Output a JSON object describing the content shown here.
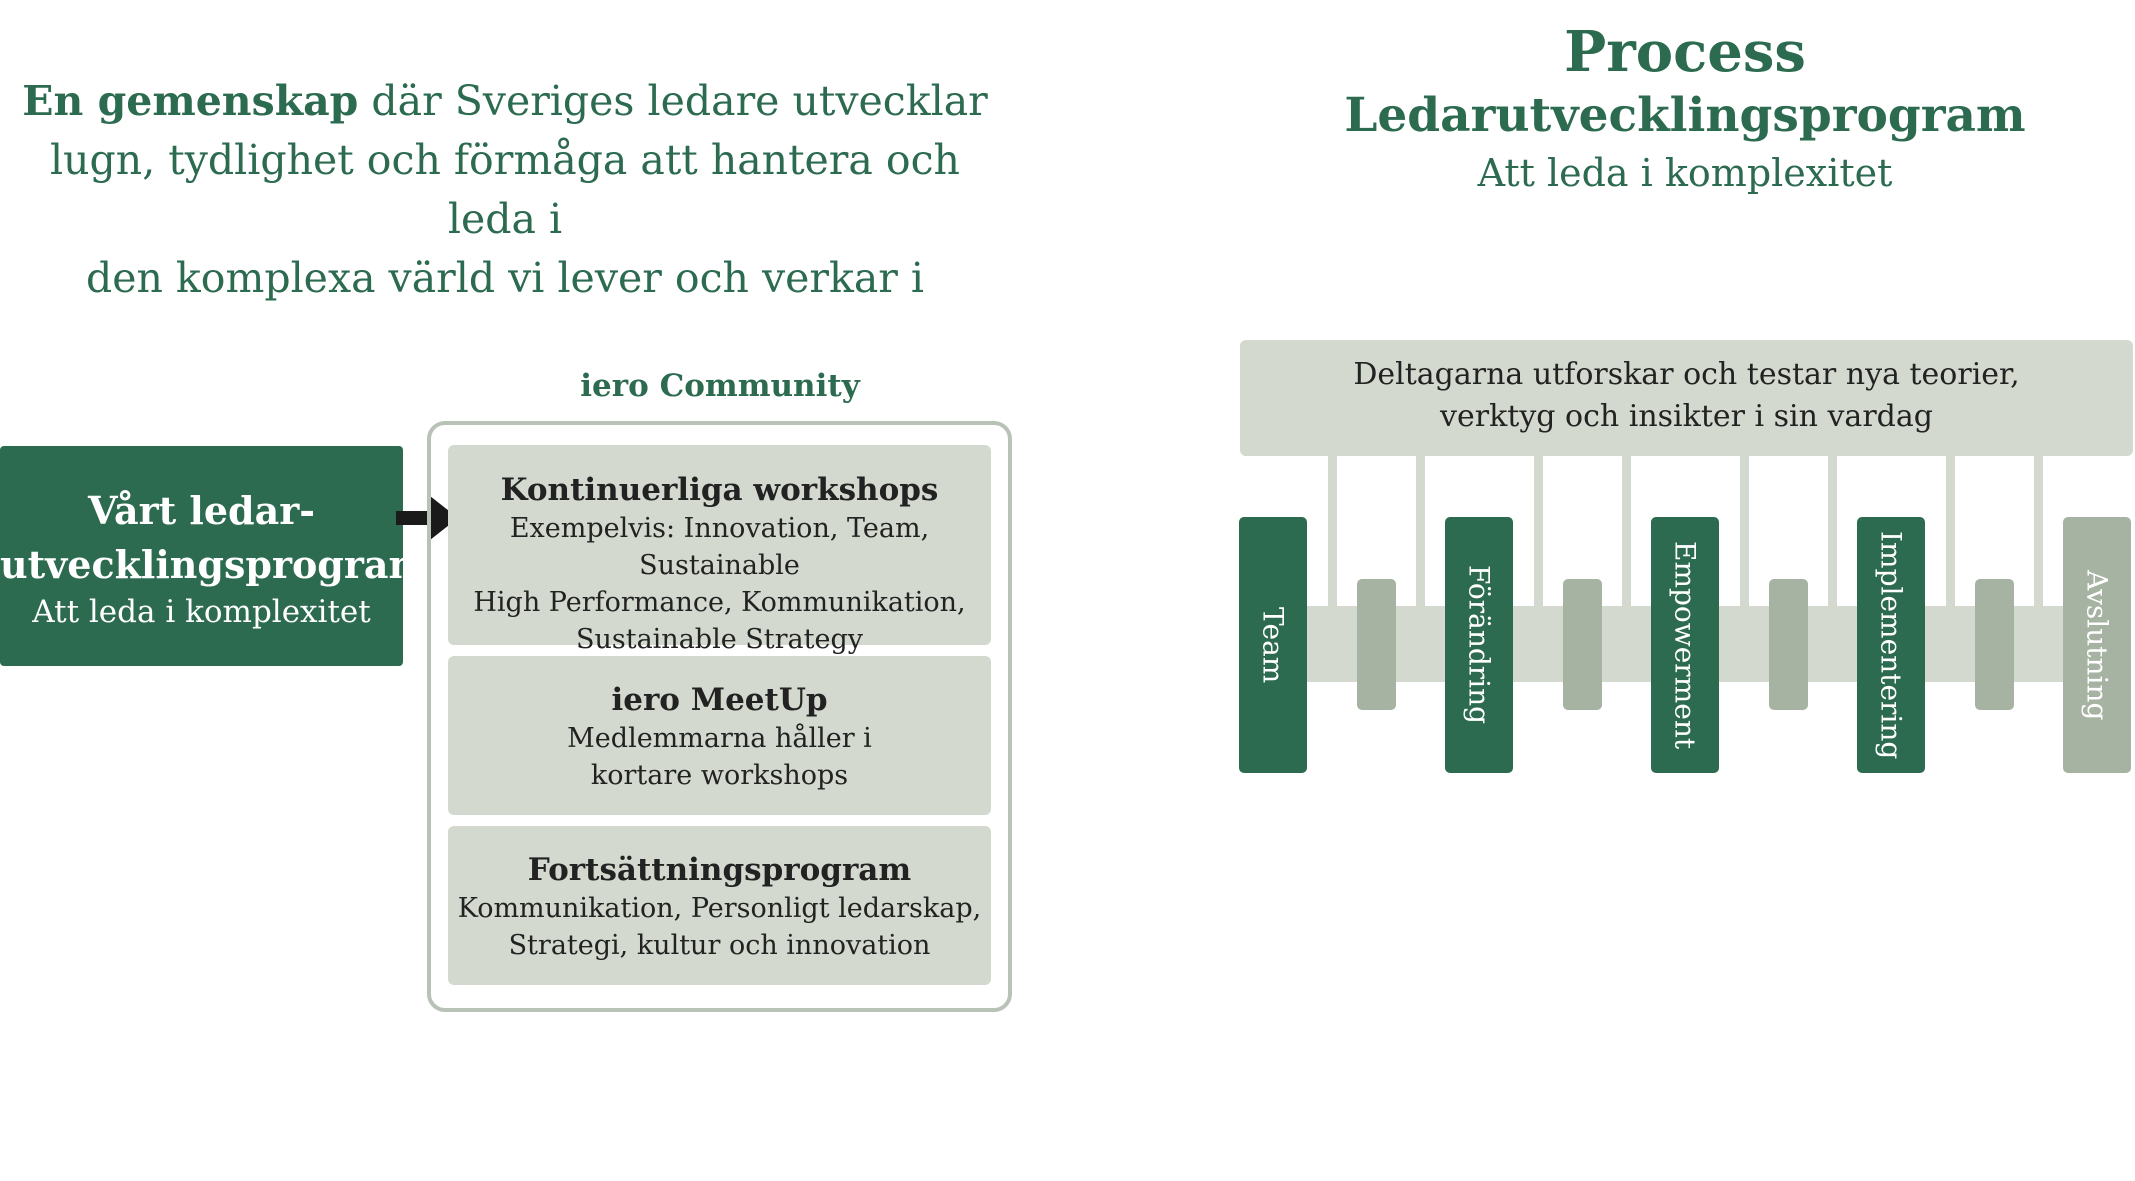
{
  "headline": {
    "bold": "En gemenskap",
    "line1_rest": " där Sveriges ledare utvecklar",
    "line2": "lugn, tydlighet och förmåga att hantera och leda i",
    "line3": "den komplexa värld vi lever och verkar i"
  },
  "program": {
    "title_line1": "Vårt ledar-",
    "title_line2": "utvecklingsprogram",
    "subtitle": "Att leda i komplexitet"
  },
  "community": {
    "title": "iero Community",
    "cards": [
      {
        "title": "Kontinuerliga workshops",
        "lines": [
          "Exempelvis: Innovation, Team, Sustainable",
          "High Performance, Kommunikation,",
          "Sustainable Strategy"
        ]
      },
      {
        "title": "iero MeetUp",
        "lines": [
          "Medlemmarna håller i",
          "kortare workshops"
        ]
      },
      {
        "title": "Fortsättningsprogram",
        "lines": [
          "Kommunikation, Personligt ledarskap,",
          "Strategi, kultur och innovation"
        ]
      }
    ]
  },
  "process": {
    "title": "Process",
    "subtitle": "Ledarutvecklingsprogram",
    "tagline": "Att leda i komplexitet",
    "top_bar": {
      "line1": "Deltagarna utforskar och testar nya teorier,",
      "line2": "verktyg och insikter i sin vardag"
    },
    "steps": [
      "Team",
      "Förändring",
      "Empowerment",
      "Implementering",
      "Avslutning"
    ]
  },
  "colors": {
    "primary_green": "#2c6b50",
    "light_sage": "#d3d9ce",
    "mid_sage": "#a6b2a2",
    "frame_border": "#b9c2b7",
    "card_text": "#222222",
    "arrow": "#1a1a1a"
  },
  "icons": {
    "arrow": "arrow-right-icon"
  }
}
